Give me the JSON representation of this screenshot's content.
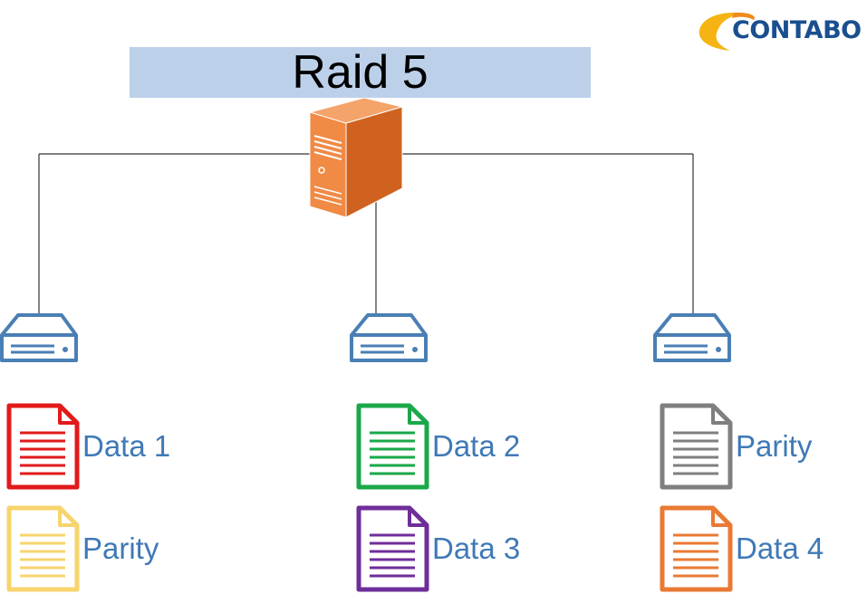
{
  "title": "Raid 5",
  "logo": {
    "text": "CONTABO"
  },
  "colors": {
    "title_bg": "#bcd0ea",
    "drive": "#4a7fb5",
    "label": "#3f79b6",
    "server": "#e0742d",
    "logo_swoosh": "#f5b314",
    "logo_text": "#1a4f8f"
  },
  "drives": [
    {
      "name": "drive-1",
      "blocks": [
        {
          "label": "Data 1",
          "color": "#e21a1a"
        },
        {
          "label": "Parity",
          "color": "#f7d46e"
        }
      ]
    },
    {
      "name": "drive-2",
      "blocks": [
        {
          "label": "Data 2",
          "color": "#1aa84a"
        },
        {
          "label": "Data 3",
          "color": "#6e2e9a"
        }
      ]
    },
    {
      "name": "drive-3",
      "blocks": [
        {
          "label": "Parity",
          "color": "#7f7f7f"
        },
        {
          "label": "Data 4",
          "color": "#ea7a33"
        }
      ]
    }
  ]
}
